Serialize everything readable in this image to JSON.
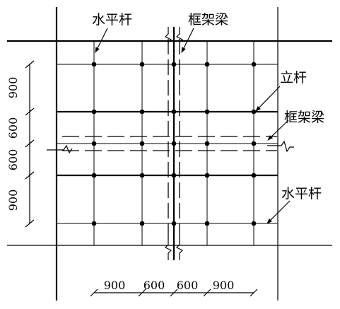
{
  "labels": {
    "top_horizontal_bar": "水平杆",
    "top_frame_beam": "框架梁",
    "right_vertical_pole": "立杆",
    "right_frame_beam": "框架梁",
    "bottom_horizontal_bar": "水平杆"
  },
  "left_dimensions": [
    "900",
    "600",
    "600",
    "900"
  ],
  "bottom_dimensions": [
    "900",
    "600",
    "600",
    "900"
  ]
}
